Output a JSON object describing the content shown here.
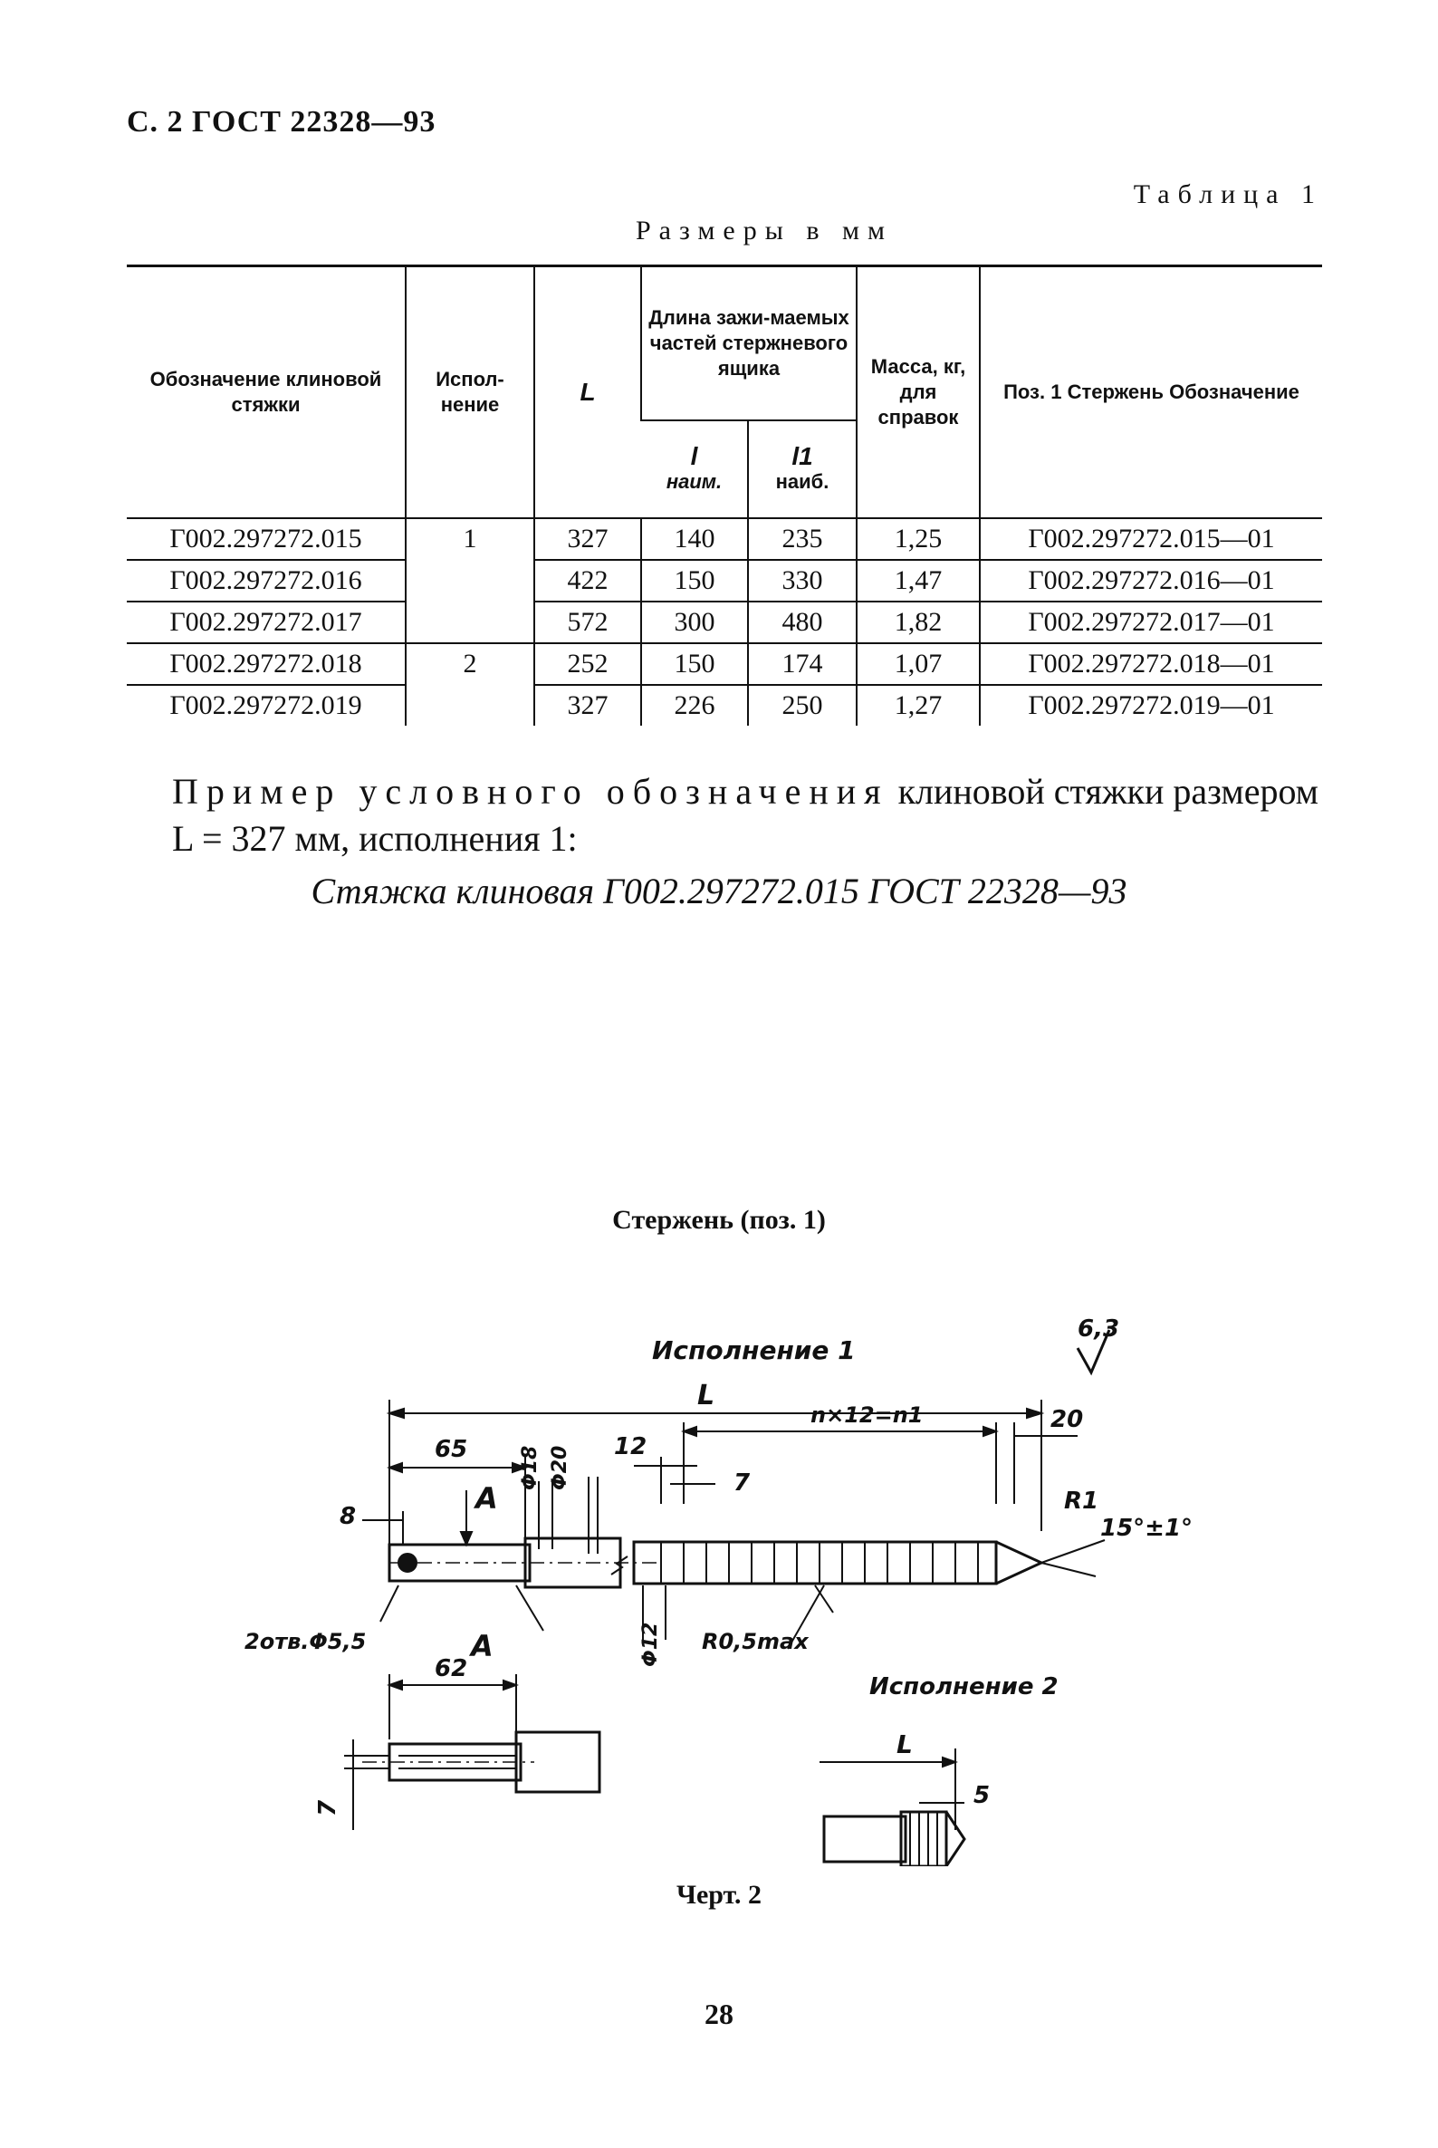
{
  "header": "С. 2 ГОСТ 22328—93",
  "table_label": "Таблица 1",
  "units_label": "Размеры в мм",
  "table": {
    "columns": {
      "designation": "Обозначение клиновой стяжки",
      "version": "Испол-нение",
      "L": "L",
      "clamp_length": "Длина зажи-маемых частей стержневого ящика",
      "l_min_sym": "l",
      "l_min_note": "наим.",
      "l1_max_sym": "l1",
      "l1_max_note": "наиб.",
      "mass": "Масса, кг, для справок",
      "pos1": "Поз. 1 Стержень Обозначение"
    },
    "rows": [
      {
        "designation": "Г002.297272.015",
        "version": "1",
        "L": "327",
        "l": "140",
        "l1": "235",
        "mass": "1,25",
        "pos1": "Г002.297272.015—01"
      },
      {
        "designation": "Г002.297272.016",
        "version": "",
        "L": "422",
        "l": "150",
        "l1": "330",
        "mass": "1,47",
        "pos1": "Г002.297272.016—01"
      },
      {
        "designation": "Г002.297272.017",
        "version": "",
        "L": "572",
        "l": "300",
        "l1": "480",
        "mass": "1,82",
        "pos1": "Г002.297272.017—01"
      },
      {
        "designation": "Г002.297272.018",
        "version": "2",
        "L": "252",
        "l": "150",
        "l1": "174",
        "mass": "1,07",
        "pos1": "Г002.297272.018—01"
      },
      {
        "designation": "Г002.297272.019",
        "version": "",
        "L": "327",
        "l": "226",
        "l1": "250",
        "mass": "1,27",
        "pos1": "Г002.297272.019—01"
      }
    ]
  },
  "example": {
    "lead": "Пример условного обозначения",
    "rest": "клиновой стяжки размером L = 327 мм, исполнения 1:",
    "code": "Стяжка клиновая Г002.297272.015 ГОСТ 22328—93"
  },
  "drawing": {
    "title": "Стержень (поз. 1)",
    "roughness": "6,3",
    "version1": "Исполнение 1",
    "version2": "Исполнение 2",
    "labels": {
      "L": "L",
      "d65": "65",
      "d8": "8",
      "A_top": "A",
      "A_bottom": "A",
      "phi18": "Φ18",
      "phi20": "Φ20",
      "d12": "12",
      "d7": "7",
      "pitch": "n×12=n1",
      "d20": "20",
      "R1": "R1",
      "angle": "15°±1°",
      "holes": "2отв.Φ5,5",
      "phi12": "Φ12",
      "R05": "R0,5max",
      "d62": "62",
      "d7b": "7",
      "L2": "L",
      "d5": "5"
    },
    "caption": "Черт. 2"
  },
  "page_number": "28"
}
